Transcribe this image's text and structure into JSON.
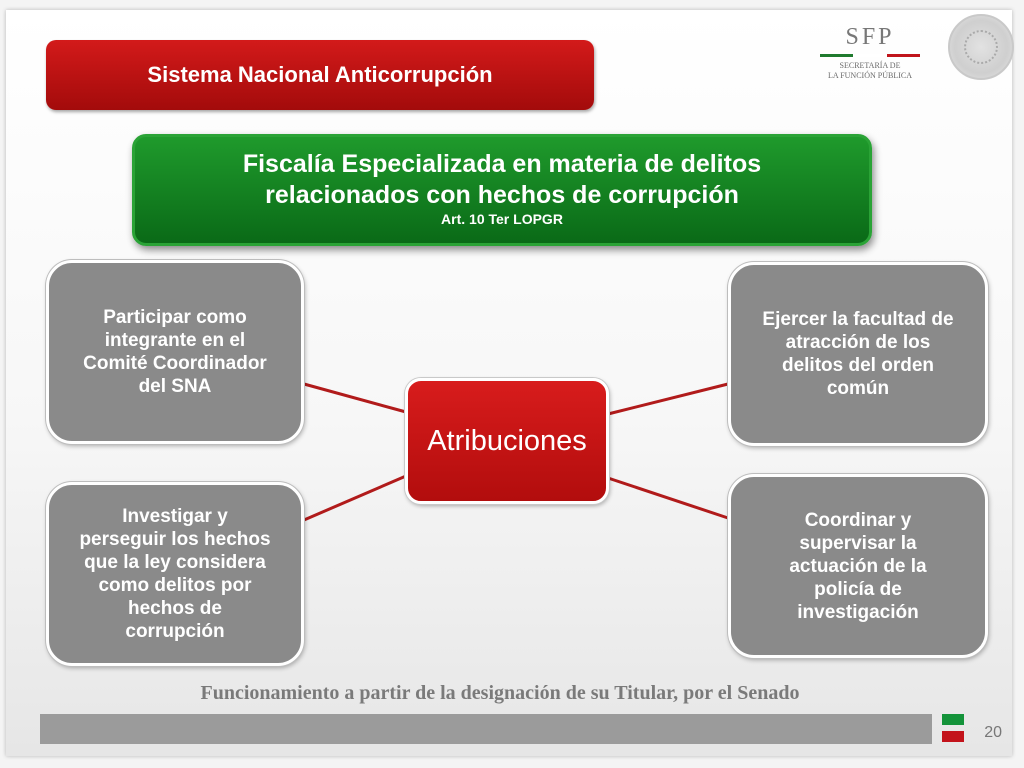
{
  "header": {
    "title": "Sistema Nacional Anticorrupción"
  },
  "logo": {
    "name": "SFP",
    "subtitle_line1": "SECRETARÍA DE",
    "subtitle_line2": "LA FUNCIÓN PÚBLICA",
    "colors": [
      "#1f7a2e",
      "#ffffff",
      "#c0141b"
    ]
  },
  "seal": {
    "icon": "national-seal-icon"
  },
  "main_box": {
    "title_line1": "Fiscalía Especializada en materia de delitos",
    "title_line2": "relacionados con hechos de corrupción",
    "subtitle": "Art. 10 Ter LOPGR"
  },
  "diagram": {
    "center": "Atribuciones",
    "nodes": [
      {
        "id": "top-left",
        "lines": [
          "Participar como",
          "integrante en el",
          "Comité Coordinador",
          "del SNA"
        ]
      },
      {
        "id": "bottom-left",
        "lines": [
          "Investigar y",
          "perseguir los hechos",
          "que la ley considera",
          "como delitos por",
          "hechos de",
          "corrupción"
        ]
      },
      {
        "id": "top-right",
        "lines": [
          "Ejercer la facultad de",
          "atracción de los",
          "delitos del orden",
          "común"
        ]
      },
      {
        "id": "bottom-right",
        "lines": [
          "Coordinar y",
          "supervisar la",
          "actuación de la",
          "policía de",
          "investigación"
        ]
      }
    ],
    "connector_color": "#b11b1b"
  },
  "footer": {
    "text": "Funcionamiento a partir de la designación de su Titular, por el Senado",
    "page_number": "20",
    "flag_colors": [
      "#14933a",
      "#ffffff",
      "#c3131b"
    ]
  }
}
